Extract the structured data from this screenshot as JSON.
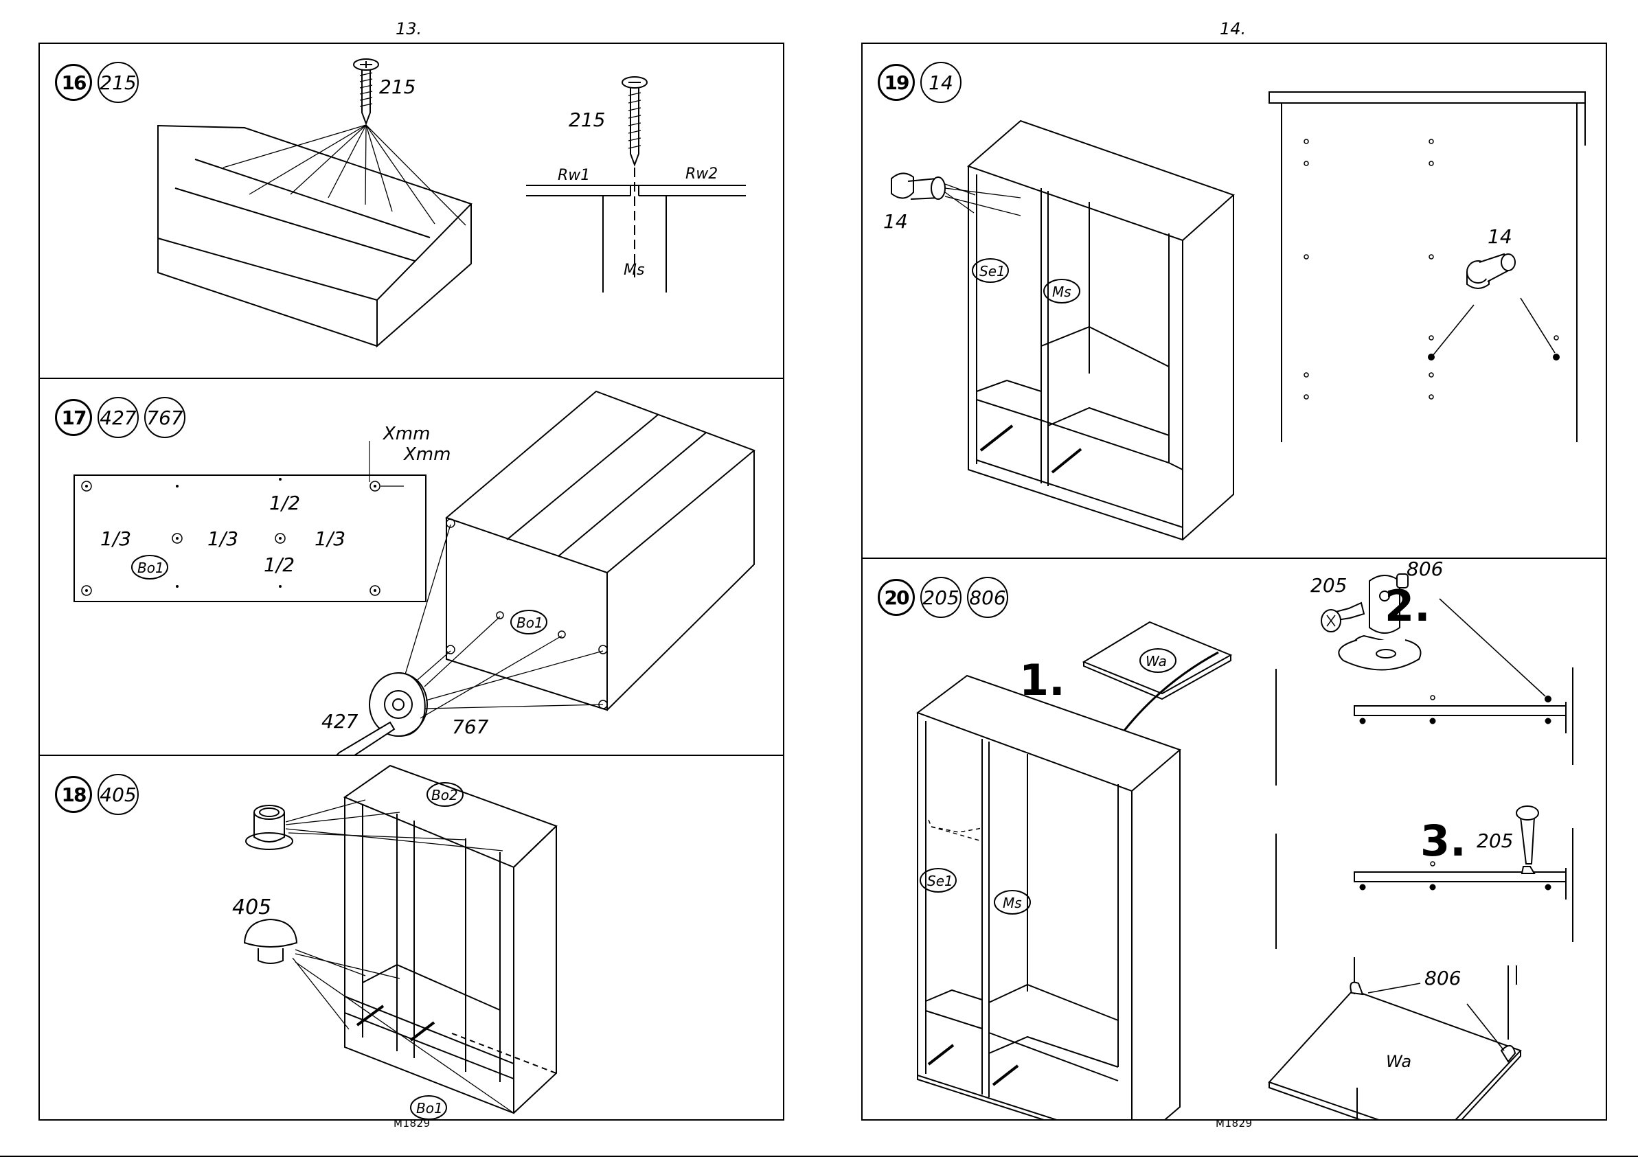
{
  "pages": [
    {
      "number": "13.",
      "footer": "M1829",
      "steps": [
        {
          "step": "16",
          "parts": [
            "215"
          ],
          "labels": {
            "screw_main": "215",
            "screw_detail": "215",
            "rail_left": "Rw1",
            "rail_right": "Rw2",
            "panel": "Ms"
          }
        },
        {
          "step": "17",
          "parts": [
            "427",
            "767"
          ],
          "labels": {
            "dim_top": "Xmm",
            "dim_side": "Xmm",
            "frac_top": "1/2",
            "frac_bottom": "1/2",
            "frac_left": "1/3",
            "frac_mid": "1/3",
            "frac_right": "1/3",
            "board_plan": "Bo1",
            "board_iso": "Bo1",
            "screw": "427",
            "glider": "767"
          }
        },
        {
          "step": "18",
          "parts": [
            "405"
          ],
          "labels": {
            "cap": "405",
            "board_top": "Bo2",
            "board_bottom": "Bo1"
          }
        }
      ]
    },
    {
      "number": "14.",
      "footer": "M1829",
      "steps": [
        {
          "step": "19",
          "parts": [
            "14"
          ],
          "labels": {
            "pin_iso": "14",
            "pin_detail": "14",
            "side": "Se1",
            "middle": "Ms"
          }
        },
        {
          "step": "20",
          "parts": [
            "205",
            "806"
          ],
          "labels": {
            "seq1": "1.",
            "seq2": "2.",
            "seq3": "3.",
            "shelf_iso": "Wa",
            "bracket": "806",
            "screw_a": "205",
            "screw_b": "205",
            "bracket_b": "806",
            "shelf_detail": "Wa",
            "side": "Se1",
            "middle": "Ms"
          }
        }
      ]
    }
  ]
}
